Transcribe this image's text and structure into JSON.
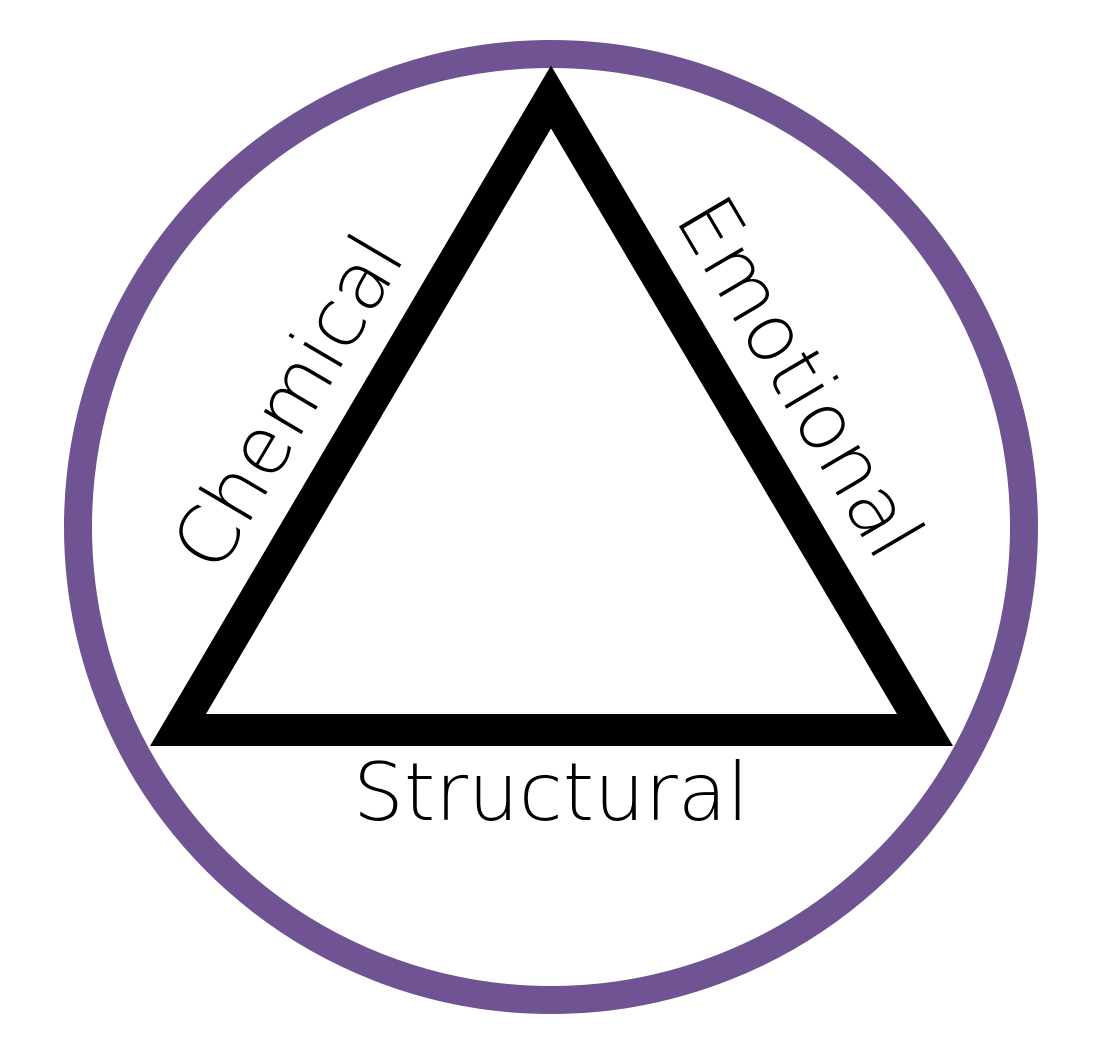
{
  "diagram": {
    "labels": {
      "left": "Chemical",
      "right": "Emotional",
      "bottom": "Structural"
    }
  },
  "colors": {
    "ring": "#6f5392",
    "triangle": "#000000",
    "background": "#ffffff",
    "text": "#000000"
  }
}
